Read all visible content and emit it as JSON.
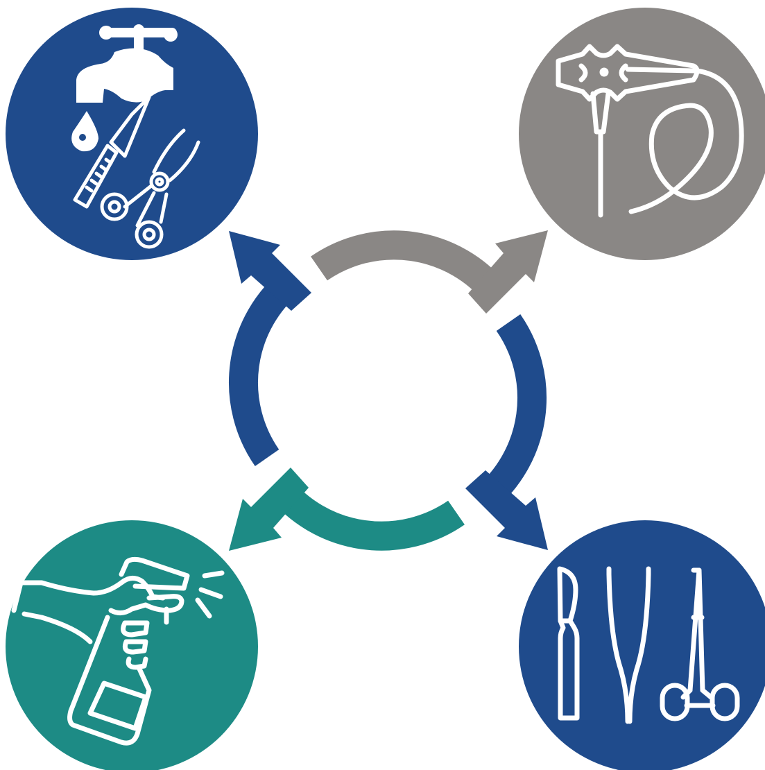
{
  "colors": {
    "background": "#ffffff",
    "navy": "#1f4b8c",
    "gray": "#8a8785",
    "teal": "#1d8b85",
    "icon_stroke": "#ffffff"
  },
  "nodes": [
    {
      "id": "top-left",
      "color": "#1f4b8c",
      "icon": "faucet-and-tools-icon"
    },
    {
      "id": "top-right",
      "color": "#8a8785",
      "icon": "nozzle-and-loop-icon"
    },
    {
      "id": "bottom-left",
      "color": "#1d8b85",
      "icon": "hand-with-bottle-icon"
    },
    {
      "id": "bottom-right",
      "color": "#1f4b8c",
      "icon": "surgical-instruments-icon"
    }
  ],
  "arrows": [
    {
      "id": "arrow-up-left",
      "color": "#1f4b8c",
      "points_to": "top-left"
    },
    {
      "id": "arrow-up-right",
      "color": "#8a8785",
      "points_to": "top-right"
    },
    {
      "id": "arrow-down-right",
      "color": "#1f4b8c",
      "points_to": "bottom-right"
    },
    {
      "id": "arrow-down-left",
      "color": "#1d8b85",
      "points_to": "bottom-left"
    }
  ]
}
